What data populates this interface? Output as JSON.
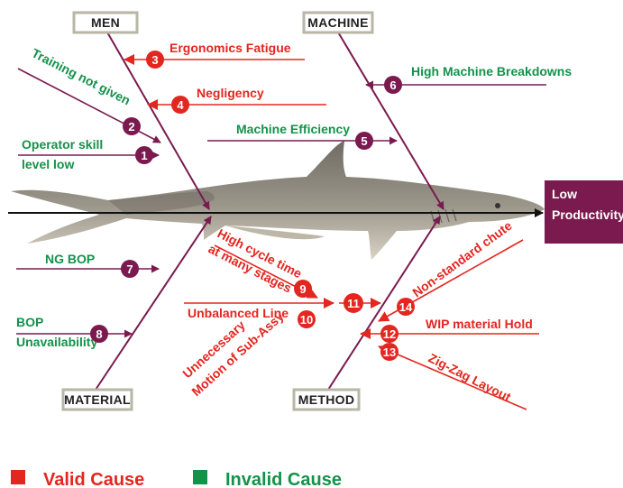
{
  "categories": {
    "men": "MEN",
    "machine": "MACHINE",
    "material": "MATERIAL",
    "method": "METHOD"
  },
  "effect": {
    "line1": "Low",
    "line2": "Productivity"
  },
  "causes": [
    {
      "number": "1",
      "label": "Operator skill level low",
      "status": "invalid"
    },
    {
      "number": "2",
      "label": "Training not given",
      "status": "invalid"
    },
    {
      "number": "3",
      "label": "Ergonomics Fatigue",
      "status": "valid"
    },
    {
      "number": "4",
      "label": "Negligency",
      "status": "valid"
    },
    {
      "number": "5",
      "label": "Machine Efficiency",
      "status": "invalid"
    },
    {
      "number": "6",
      "label": "High Machine Breakdowns",
      "status": "invalid"
    },
    {
      "number": "7",
      "label": "NG BOP",
      "status": "invalid"
    },
    {
      "number": "8",
      "label": "BOP Unavailability",
      "status": "invalid"
    },
    {
      "number": "9",
      "label": "High cycle time at many stages",
      "status": "valid"
    },
    {
      "number": "10",
      "label": "Unbalanced Line",
      "status": "valid"
    },
    {
      "number": "11",
      "label": "Unnecessary Motion of Sub-Assy",
      "status": "valid"
    },
    {
      "number": "12",
      "label": "WIP material Hold",
      "status": "valid"
    },
    {
      "number": "13",
      "label": "Zig-Zag Layout",
      "status": "valid"
    },
    {
      "number": "14",
      "label": "Non-standard chute",
      "status": "valid"
    }
  ],
  "cause_lines": {
    "c1a": "Operator skill",
    "c1b": "level low",
    "c8a": "BOP",
    "c8b": "Unavailability",
    "c9a": "High cycle time",
    "c9b": "at many stages",
    "c11a": "Unnecessary",
    "c11b": "Motion of Sub-Assy"
  },
  "legend": {
    "valid": "Valid Cause",
    "invalid": "Invalid Cause"
  },
  "colors": {
    "valid": "#e3261f",
    "invalid": "#13924a",
    "badge": "#7a1a4e",
    "effect_box": "#7a1a4e",
    "bone": "#7a1a4e"
  }
}
